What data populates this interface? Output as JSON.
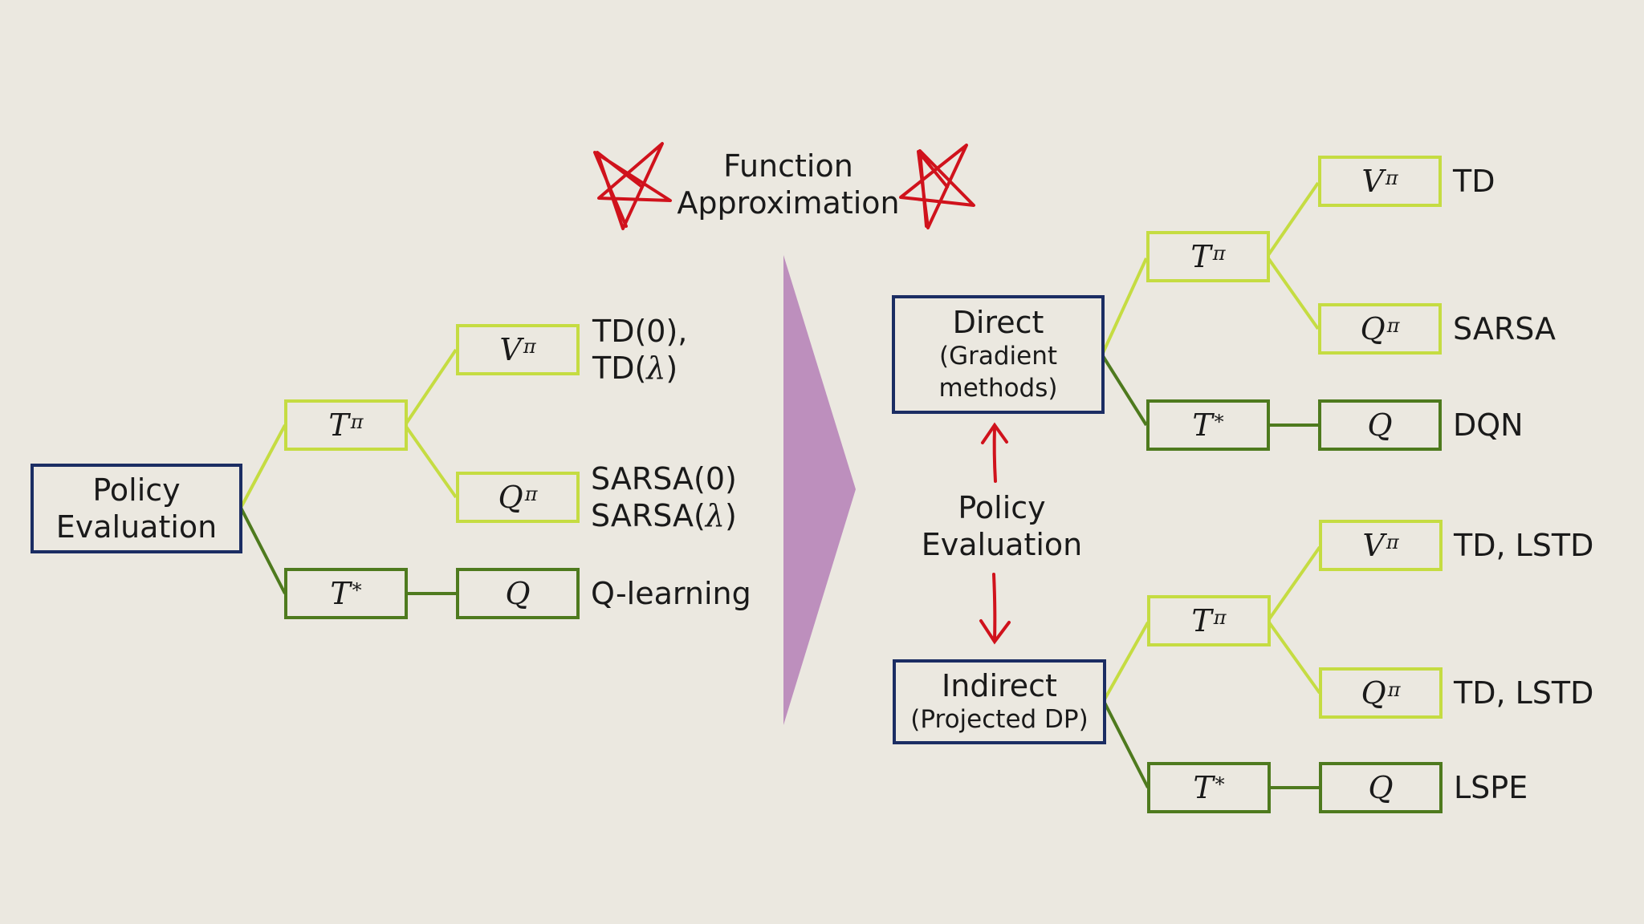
{
  "title": [
    "Function",
    "Approximation"
  ],
  "left": {
    "root": [
      "Policy",
      "Evaluation"
    ],
    "t_pi": "T",
    "t_pi_sup": "π",
    "t_star": "T",
    "t_star_sup": "*",
    "v_pi": "V",
    "v_pi_sup": "π",
    "q_pi": "Q",
    "q_pi_sup": "π",
    "q": "Q",
    "label_v": [
      "TD(0),",
      "TD(",
      "λ",
      ")"
    ],
    "label_q": [
      "SARSA(0)",
      "SARSA(",
      "λ",
      ")"
    ],
    "label_qlearn": "Q-learning"
  },
  "direct": {
    "title": "Direct",
    "sub": [
      "(Gradient",
      "methods)"
    ],
    "t_pi": "T",
    "t_pi_sup": "π",
    "t_star": "T",
    "t_star_sup": "*",
    "v_pi": "V",
    "v_pi_sup": "π",
    "q_pi": "Q",
    "q_pi_sup": "π",
    "q": "Q",
    "label_v": "TD",
    "label_q": "SARSA",
    "label_qq": "DQN"
  },
  "middle": [
    "Policy",
    "Evaluation"
  ],
  "indirect": {
    "title": "Indirect",
    "sub": "(Projected DP)",
    "t_pi": "T",
    "t_pi_sup": "π",
    "t_star": "T",
    "t_star_sup": "*",
    "v_pi": "V",
    "v_pi_sup": "π",
    "q_pi": "Q",
    "q_pi_sup": "π",
    "q": "Q",
    "label_v": "TD, LSTD",
    "label_q": "TD, LSTD",
    "label_qq": "LSPE"
  },
  "colors": {
    "background": "#ebe8e0",
    "navy": "#1b2d63",
    "lime": "#c5dc42",
    "dark_green": "#4e7a1e",
    "arrow_shape": "#bd8fbd",
    "red": "#d0121c"
  },
  "icons": [
    "star-icon",
    "up-arrow-icon",
    "down-arrow-icon",
    "big-right-arrow-icon"
  ]
}
